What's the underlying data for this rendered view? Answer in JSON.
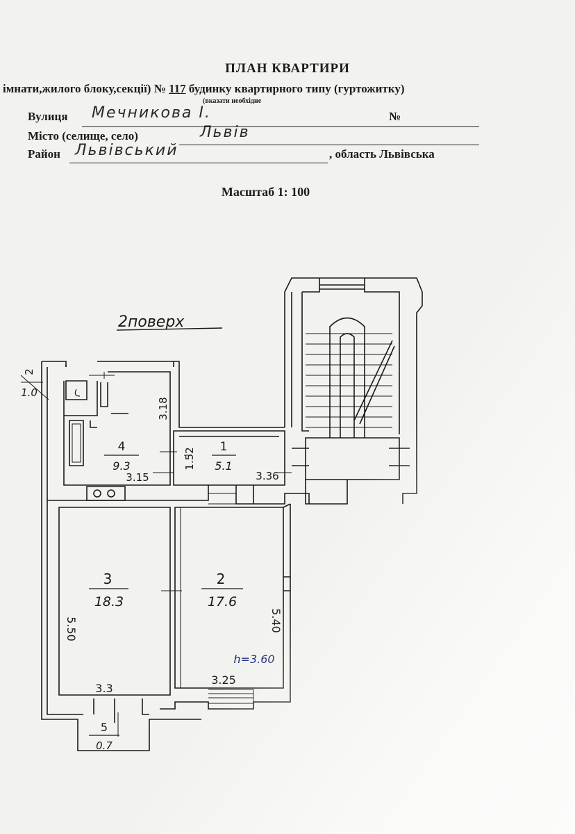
{
  "header": {
    "title": "ПЛАН КВАРТИРИ",
    "subtitle_prefix": "імнати,жилого блоку,секції) №",
    "number": "117",
    "subtitle_suffix": "будинку квартирного типу  (гуртожитку)",
    "note": "(вказати необхідне"
  },
  "fields": {
    "street_label": "Вулиця",
    "street_value": "Мечникова І.",
    "house_label": "№",
    "city_label": "Місто (селище, село)",
    "city_value": "Львів",
    "district_label": "Район",
    "district_value": "Львівський",
    "region_text": ", область Львівська"
  },
  "scale": "Масштаб 1: 100",
  "plan": {
    "floor_label": "2поверх",
    "height_note": "h=3.60",
    "rooms": [
      {
        "number": "1",
        "area": "5.1"
      },
      {
        "number": "2",
        "area": "17.6"
      },
      {
        "number": "3",
        "area": "18.3"
      },
      {
        "number": "4",
        "area": "9.3"
      },
      {
        "number": "5",
        "area": "0.7"
      },
      {
        "number": "2",
        "area": "1.0"
      }
    ],
    "dimensions": {
      "room4_height": "3.18",
      "room4_width": "3.15",
      "room1_height": "1.52",
      "room1_width": "3.36",
      "room3_height": "5.50",
      "room3_width": "3.3",
      "room2_height": "5.40",
      "room2_width": "3.25"
    }
  }
}
